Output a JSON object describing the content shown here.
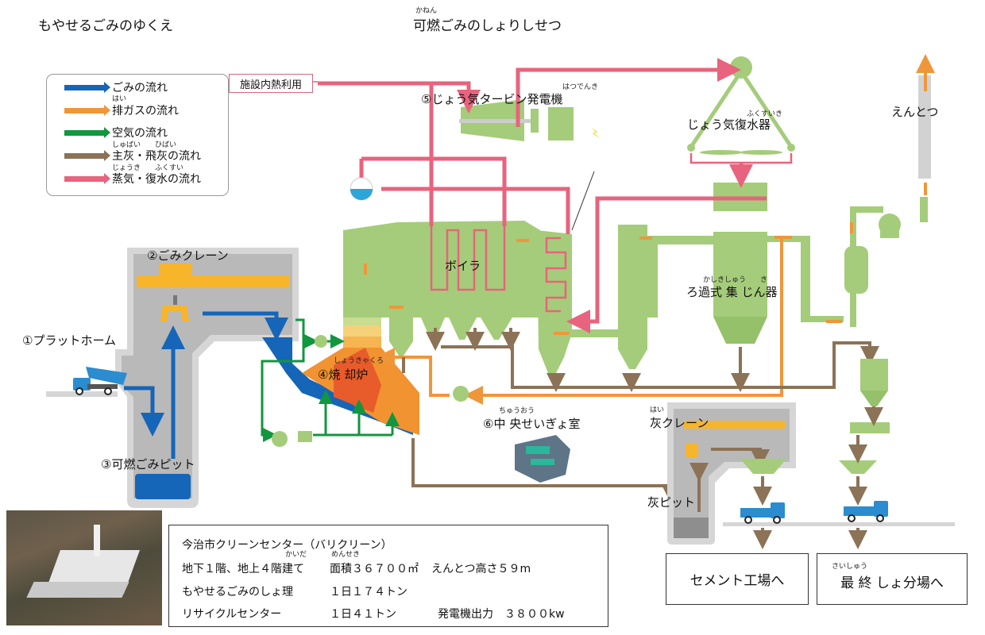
{
  "titles": {
    "left": "もやせるごみのゆくえ",
    "center": "可燃ごみのしょりしせつ",
    "center_ruby": "かねん"
  },
  "legend": {
    "items": [
      {
        "label": "ごみの流れ",
        "ruby": "",
        "color": "#1565b8"
      },
      {
        "label": "排ガスの流れ",
        "ruby": "はい",
        "color": "#f0963a"
      },
      {
        "label": "空気の流れ",
        "ruby": "",
        "color": "#12963f"
      },
      {
        "label": "主灰・飛灰の流れ",
        "ruby": "しゅばい　　ひばい",
        "color": "#8c7256"
      },
      {
        "label": "蒸気・復水の流れ",
        "ruby": "じょうき　　ふくすい",
        "color": "#e8637d"
      }
    ]
  },
  "heat_use_label": "施設内熱利用",
  "components": {
    "platform": "①プラットホーム",
    "crane": "②ごみクレーン",
    "pit": "③可燃ごみピット",
    "incinerator": "④焼 却炉",
    "incinerator_ruby": "しょうきゃくろ",
    "turbine": "⑤じょう気タービン発電機",
    "turbine_ruby": "はつでんき",
    "control_room": "⑥中 央せいぎょ室",
    "control_room_ruby": "ちゅうおう",
    "boiler": "ボイラ",
    "condenser": "じょう気復水器",
    "condenser_ruby": "ふくすいき",
    "bag_filter": "ろ過式 集 じん器",
    "bag_filter_ruby": "かしきしゅう　　き",
    "chimney": "えんとつ",
    "ash_crane": "灰クレーン",
    "ash_crane_ruby": "はい",
    "ash_pit": "灰ピット"
  },
  "destinations": {
    "cement": "セメント工場へ",
    "landfill": "最 終 しょ分場へ",
    "landfill_ruby": "さいしゅう"
  },
  "info": {
    "line1": "今治市クリーンセンター（バリクリーン）",
    "line2a": "地下１階、地上４階建て",
    "line2a_ruby": "かいだ",
    "line2b": "面積３６７００㎡",
    "line2b_ruby": "めんせき",
    "line2c": "えんとつ高さ５９m",
    "line3a": "もやせるごみのしょ理",
    "line3b": "１日１７４トン",
    "line4a": "リサイクルセンター",
    "line4b": "１日４１トン",
    "line4c": "発電機出力　３８００kw"
  },
  "colors": {
    "waste": "#1565b8",
    "gas": "#f0963a",
    "air": "#12963f",
    "ash": "#8c7256",
    "steam": "#e8637d",
    "equipment": "#a5cc7a",
    "building": "#c4c4c4",
    "crane": "#f7b52c"
  }
}
